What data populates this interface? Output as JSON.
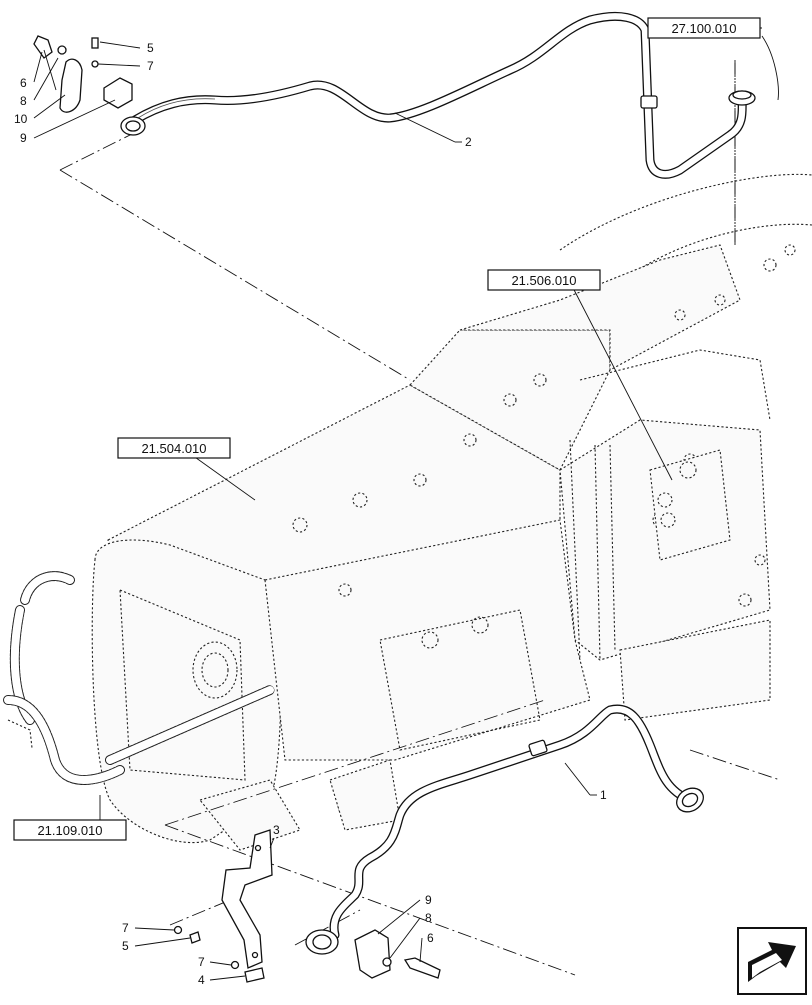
{
  "diagram": {
    "reference_boxes": [
      {
        "id": "ref-27-100-010",
        "label": "27.100.010"
      },
      {
        "id": "ref-21-506-010",
        "label": "21.506.010"
      },
      {
        "id": "ref-21-504-010",
        "label": "21.504.010"
      },
      {
        "id": "ref-21-109-010",
        "label": "21.109.010"
      }
    ],
    "callouts": {
      "top_left": [
        "6",
        "8",
        "10",
        "9",
        "5",
        "7"
      ],
      "top_pipe": "2",
      "lower_pipe": "1",
      "bracket": "3",
      "bottom_left": [
        "7",
        "5",
        "7",
        "4"
      ],
      "bottom_right": [
        "9",
        "8",
        "6"
      ]
    },
    "nav_icon": "next-page-arrow-icon"
  }
}
